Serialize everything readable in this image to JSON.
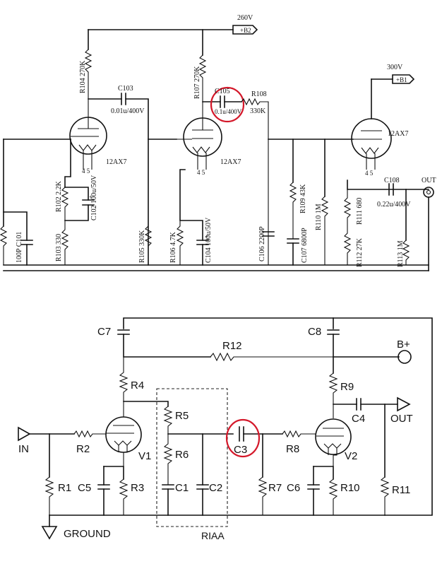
{
  "top": {
    "supply_b2_voltage": "260V",
    "supply_b2_node": "+B2",
    "supply_b1_voltage": "300V",
    "supply_b1_node": "+B1",
    "out_label": "OUT",
    "tube_label": "12AX7",
    "pin_label": "4 5",
    "r104": "R104 270K",
    "c103": "C103",
    "c103_value": "0.01u/400V",
    "r107": "R107 270K",
    "c105": "C105",
    "c105_value": "0.1u/400V",
    "r108": "R108",
    "r108_value": "330K",
    "c101": "100P C101",
    "r102": "R102 2.2K",
    "c102": "C102 100u/50V",
    "c102_plus": "+",
    "r103": "R103 330",
    "r105": "R105 330K",
    "r106": "R106 4.7K",
    "c104": "C104 100u/50V",
    "c104_plus": "+",
    "c106": "C106 2200P",
    "r109": "R109 43K",
    "c107": "C107 6800P",
    "r110": "R110 1M",
    "r111": "R111 680",
    "c108": "C108",
    "c108_value": "0.22u/400V",
    "r112": "R112 27K",
    "r113": "R113 1M"
  },
  "bottom": {
    "c7": "C7",
    "c8": "C8",
    "r12": "R12",
    "b_plus": "B+",
    "r4": "R4",
    "r9": "R9",
    "r5": "R5",
    "r6": "R6",
    "c1": "C1",
    "c2": "C2",
    "c3": "C3",
    "c4": "C4",
    "c5": "C5",
    "c6": "C6",
    "r1": "R1",
    "r2": "R2",
    "r3": "R3",
    "r7": "R7",
    "r8": "R8",
    "r10": "R10",
    "r11": "R11",
    "v1": "V1",
    "v2": "V2",
    "in": "IN",
    "out": "OUT",
    "ground": "GROUND",
    "riaa": "RIAA"
  },
  "colors": {
    "ink": "#111111",
    "highlight": "#d4182a"
  }
}
